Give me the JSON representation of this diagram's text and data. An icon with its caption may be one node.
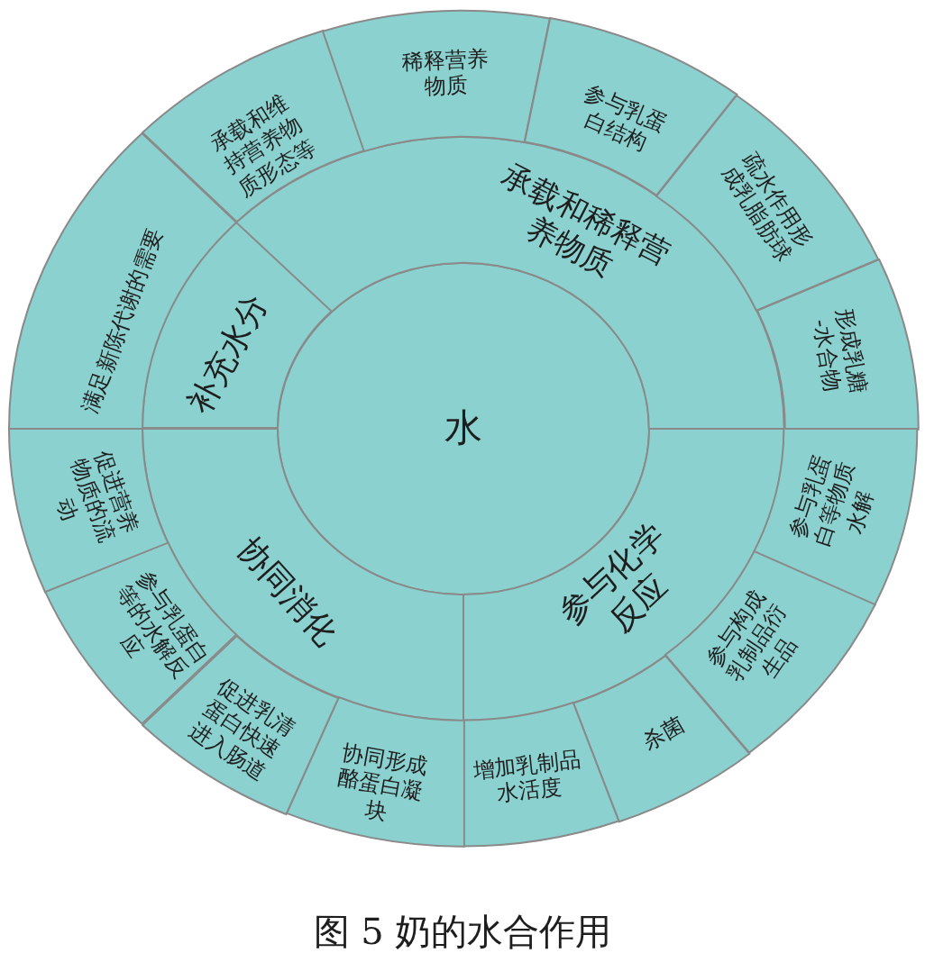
{
  "diagram": {
    "caption": "图 5 奶的水合作用",
    "nodes": [
      {
        "text": [
          "水"
        ]
      },
      {
        "text": [
          "补充水分"
        ]
      },
      {
        "text": [
          "承载和稀释营养物质"
        ]
      },
      {
        "text": [
          "参与化学反应"
        ]
      },
      {
        "text": [
          "协同消化"
        ]
      },
      {
        "text": [
          "满足新陈代谢的需要"
        ]
      },
      {
        "text": [
          "承载和维持营养物质形态等"
        ]
      },
      {
        "text": [
          "稀释营养物质"
        ]
      },
      {
        "text": [
          "参与乳蛋白结构"
        ]
      },
      {
        "text": [
          "疏水作用形成乳脂肪球"
        ]
      },
      {
        "text": [
          "形成乳糖-水合物"
        ]
      },
      {
        "text": [
          "参与乳蛋白等物质水解"
        ]
      },
      {
        "text": [
          "参与构成乳制品衍生品"
        ]
      },
      {
        "text": [
          "杀菌"
        ]
      },
      {
        "text": [
          "增加乳制品水活度"
        ]
      },
      {
        "text": [
          "协同形成酪蛋白凝块"
        ]
      },
      {
        "text": [
          "促进乳清蛋白快速进入肠道"
        ]
      },
      {
        "text": [
          "参与乳蛋白等的水解反应"
        ]
      },
      {
        "text": [
          "促进营养物质的流动"
        ]
      }
    ]
  }
}
